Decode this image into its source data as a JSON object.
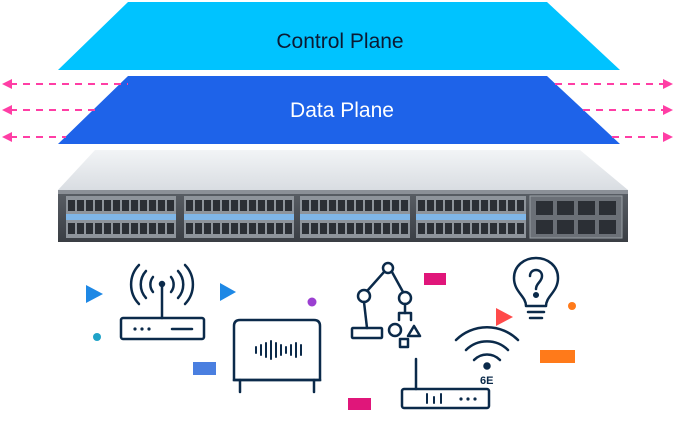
{
  "diagram": {
    "control_plane": {
      "label": "Control Plane",
      "color": "#00c3ff"
    },
    "data_plane": {
      "label": "Data Plane",
      "color": "#1e63e9"
    },
    "arrow_color": "#ff3ea5",
    "switch": {
      "description_icon": "network-switch",
      "port_group_count": 4,
      "uplink_module": "sfp-module"
    },
    "devices": [
      {
        "icon": "wireless-router-icon"
      },
      {
        "icon": "access-point-icon"
      },
      {
        "icon": "robot-arm-icon"
      },
      {
        "icon": "wifi-6e-router-icon",
        "badge": "6E"
      },
      {
        "icon": "lightbulb-idea-icon"
      }
    ],
    "accent_colors": {
      "blue": "#1e88e5",
      "magenta": "#e0167a",
      "orange": "#ff7a1a",
      "purple": "#9b3fd1",
      "teal": "#1fa3c8"
    }
  }
}
